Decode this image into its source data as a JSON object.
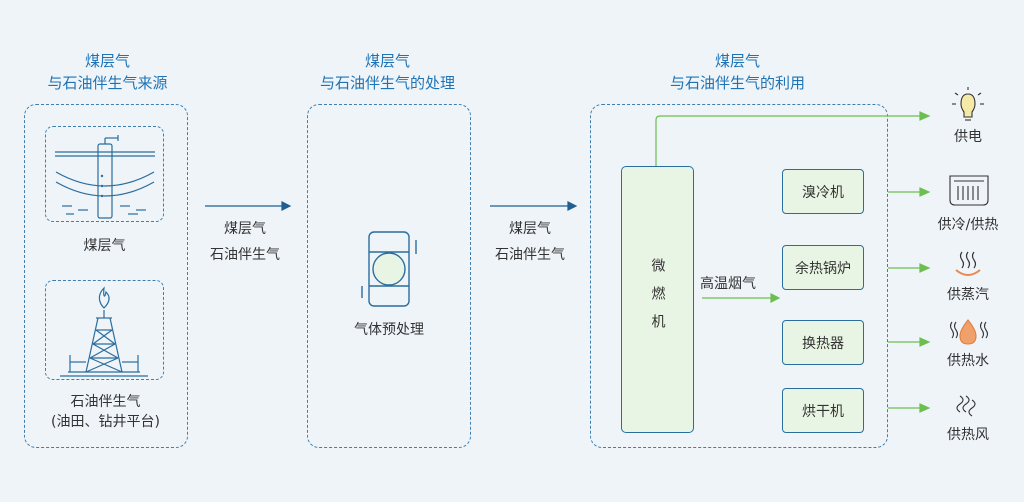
{
  "sections": {
    "source": {
      "title_line1": "煤层气",
      "title_line2": "与石油伴生气来源"
    },
    "processing": {
      "title_line1": "煤层气",
      "title_line2": "与石油伴生气的处理"
    },
    "utilization": {
      "title_line1": "煤层气",
      "title_line2": "与石油伴生气的利用"
    }
  },
  "source_items": {
    "coalbed_label": "煤层气",
    "oil_label_line1": "石油伴生气",
    "oil_label_line2": "(油田、钻井平台)"
  },
  "flow1": {
    "line1": "煤层气",
    "line2": "石油伴生气"
  },
  "flow2": {
    "line1": "煤层气",
    "line2": "石油伴生气"
  },
  "processing_item": "气体预处理",
  "turbine": "微燃机",
  "exhaust": "高温烟气",
  "equipment": [
    "溴冷机",
    "余热锅炉",
    "换热器",
    "烘干机"
  ],
  "outputs": [
    "供电",
    "供冷/供热",
    "供蒸汽",
    "供热水",
    "供热风"
  ],
  "colors": {
    "accent": "#1f73b5",
    "green_arrow": "#6cbf4e",
    "box_fill": "#e9f5e4"
  }
}
